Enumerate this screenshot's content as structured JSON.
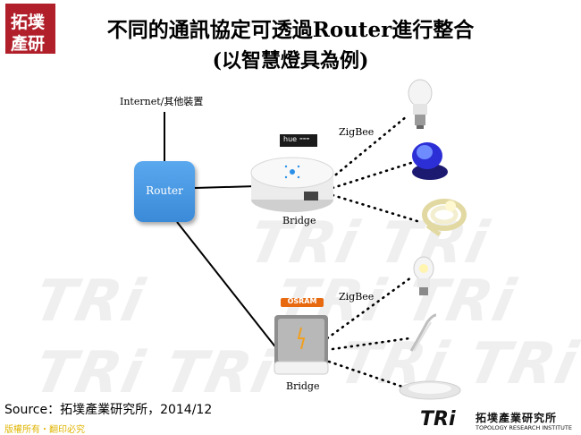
{
  "logo": {
    "line1": "拓墣",
    "line2": "產研"
  },
  "title": {
    "line1": "不同的通訊協定可透過Router進行整合",
    "line2": "(以智慧燈具為例)"
  },
  "diagram": {
    "internet_label": "Internet/其他裝置",
    "router_label": "Router",
    "hue_bridge": {
      "badge": "hue",
      "label": "Bridge",
      "protocol": "ZigBee"
    },
    "osram_bridge": {
      "badge": "OSRAM",
      "label": "Bridge",
      "protocol": "ZigBee"
    },
    "colors": {
      "router": "#4a9be6",
      "line": "#000000",
      "dots": "#000000",
      "osram": "#e86a10"
    }
  },
  "footer": {
    "source": "Source：拓墣產業研究所，2014/12",
    "copyright": "版權所有・翻印必究",
    "brand_mark": "TRi",
    "brand_cn": "拓墣產業研究所",
    "brand_en": "TOPOLOGY RESEARCH INSTITUTE"
  }
}
